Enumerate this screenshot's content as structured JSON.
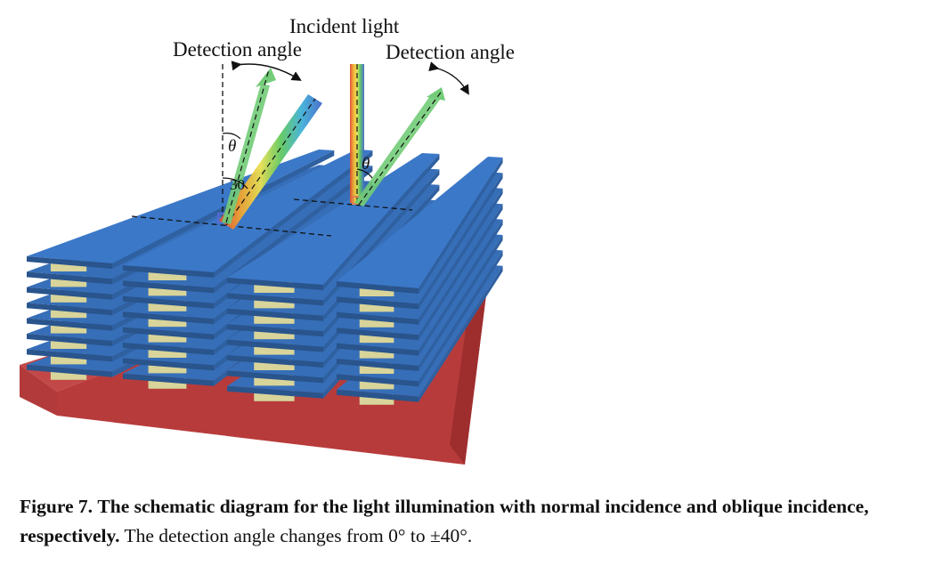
{
  "figure": {
    "labels": {
      "incident_light": "Incident light",
      "detection_angle_left": "Detection angle",
      "detection_angle_right": "Detection angle",
      "theta_left": "θ",
      "theta_right": "θ",
      "incidence_angle": "30"
    },
    "colors": {
      "substrate": "#b83b3b",
      "layer": "#3b78c8",
      "spacer": "#d8d49a",
      "detection_beam": "#6fcf73"
    },
    "layers_per_stack": 8,
    "stack_count": 4
  },
  "caption": {
    "label": "Figure 7.",
    "title": "The schematic diagram for the light illumination with normal incidence and oblique incidence, respectively.",
    "text": "The detection angle changes from 0° to ±40°."
  }
}
